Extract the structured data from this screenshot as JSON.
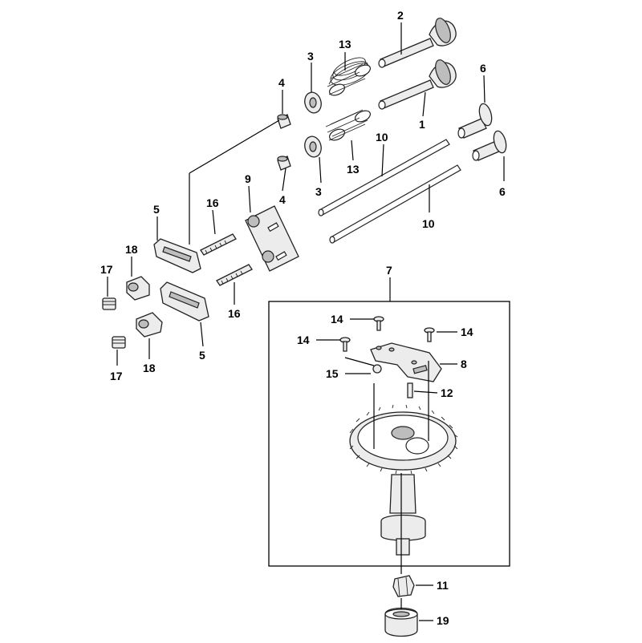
{
  "callouts": {
    "c1": "1",
    "c2": "2",
    "c3a": "3",
    "c3b": "3",
    "c4a": "4",
    "c4b": "4",
    "c5a": "5",
    "c5b": "5",
    "c6a": "6",
    "c6b": "6",
    "c7": "7",
    "c8": "8",
    "c9": "9",
    "c10a": "10",
    "c10b": "10",
    "c11": "11",
    "c12": "12",
    "c13a": "13",
    "c13b": "13",
    "c14a": "14",
    "c14b": "14",
    "c14c": "14",
    "c15": "15",
    "c16a": "16",
    "c16b": "16",
    "c17a": "17",
    "c17b": "17",
    "c18a": "18",
    "c18b": "18",
    "c19": "19"
  }
}
